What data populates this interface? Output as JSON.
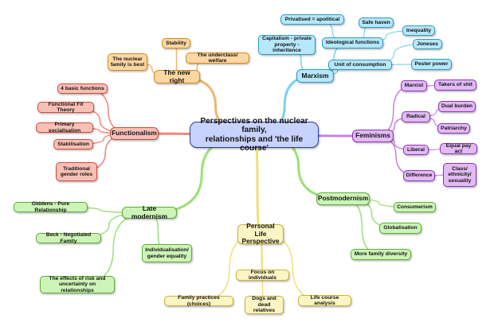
{
  "center": {
    "title": "Perspectives on the nuclear family,\nrelationships and 'the life course'"
  },
  "colors": {
    "new_right": "#f0b76a",
    "marxism": "#7fd0ee",
    "feminisms": "#c77fe6",
    "functionalism": "#ee8478",
    "late_modernism": "#9be07a",
    "postmodernism": "#9be07a",
    "personal_life": "#efe07c"
  },
  "new_right": {
    "label": "The new right",
    "items": [
      "Stability",
      "The nuclear\nfamily is best",
      "The underclass/ welfare"
    ]
  },
  "marxism": {
    "label": "Marxism",
    "capitalism": "Capitalism - private\nproperty - inheritence",
    "ideological": "Ideological functions",
    "privatised": "Privatised = apolitical",
    "safe_haven": "Safe haven",
    "inequality": "Inequality",
    "consumption": "Unit of consumption",
    "joneses": "Joneses",
    "pester": "Pester power"
  },
  "feminisms": {
    "label": "Feminisms",
    "marxist": "Marxist",
    "takers": "Takers of shit",
    "radical": "Radical",
    "dual_burden": "Dual burden",
    "patriarchy": "Patriarchy",
    "liberal": "Liberal",
    "equal_pay": "Equal pay act",
    "difference": "Difference",
    "class": "Class/\nethnicity/\nsexuality"
  },
  "functionalism": {
    "label": "Functionalism",
    "items": [
      "4 basic functions",
      "Functional Fit Theory",
      "Primary socialisation",
      "Stabilisation",
      "Traditional\ngender roles"
    ]
  },
  "late_modernism": {
    "label": "Late modernism",
    "items": [
      "Giddens - Pure Relationship",
      "Beck - Negotiated Family",
      "Individualisation/\ngender equality",
      "The effects of risk and\nuncertainty on relationships"
    ]
  },
  "postmodernism": {
    "label": "Postmodernism",
    "items": [
      "Consumerism",
      "Globalisation",
      "More family diversity"
    ]
  },
  "personal_life": {
    "label": "Personal Life\nPerspective",
    "focus": "Focus on individuals",
    "items": [
      "Family practices (choices)",
      "Dogs and\ndead relatives",
      "Life course analysis"
    ]
  }
}
